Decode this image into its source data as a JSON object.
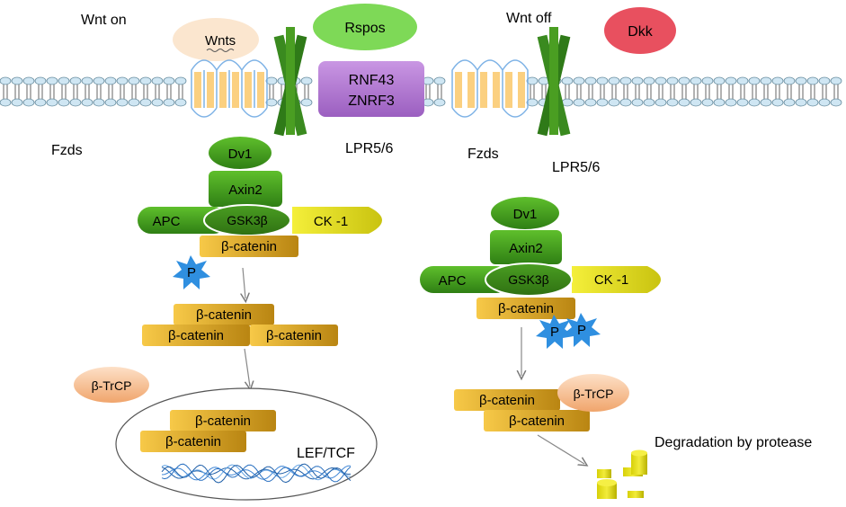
{
  "labels": {
    "wnt_on": "Wnt on",
    "wnt_off": "Wnt off",
    "wnts": "Wnts",
    "rspos": "Rspos",
    "dkk": "Dkk",
    "rnf43": "RNF43",
    "znrf3": "ZNRF3",
    "fzds_left": "Fzds",
    "fzds_right": "Fzds",
    "lpr_left": "LPR5/6",
    "lpr_right": "LPR5/6",
    "lef_tcf": "LEF/TCF",
    "degradation": "Degradation by protease"
  },
  "left_complex": {
    "dv1": "Dv1",
    "axin2": "Axin2",
    "apc": "APC",
    "gsk3b": "GSK3β",
    "ck1": "CK -1",
    "bcat": "β-catenin",
    "p": "P"
  },
  "left_stack": [
    "β-catenin",
    "β-catenin",
    "β-catenin"
  ],
  "left_trcp": "β-TrCP",
  "nucleus_bcat": [
    "β-catenin",
    "β-catenin"
  ],
  "right_complex": {
    "dv1": "Dv1",
    "axin2": "Axin2",
    "apc": "APC",
    "gsk3b": "GSK3β",
    "ck1": "CK -1",
    "bcat": "β-catenin",
    "p1": "P",
    "p2": "P"
  },
  "right_stack": [
    "β-catenin",
    "β-catenin"
  ],
  "right_trcp": "β-TrCP",
  "colors": {
    "green_dark": "#3f8f1c",
    "green_light": "#5cb82a",
    "receptor_green": "#3a8a1f",
    "purple": "#b87fd6",
    "rspos": "#7dd95a",
    "dkk": "#e8505f",
    "wnts_halo": "#fbe6cf",
    "catenin": "#d6a21f",
    "p_blue": "#2f8fe0",
    "ck1_yellow": "#d8d21a",
    "trcp": "#f5a768"
  }
}
